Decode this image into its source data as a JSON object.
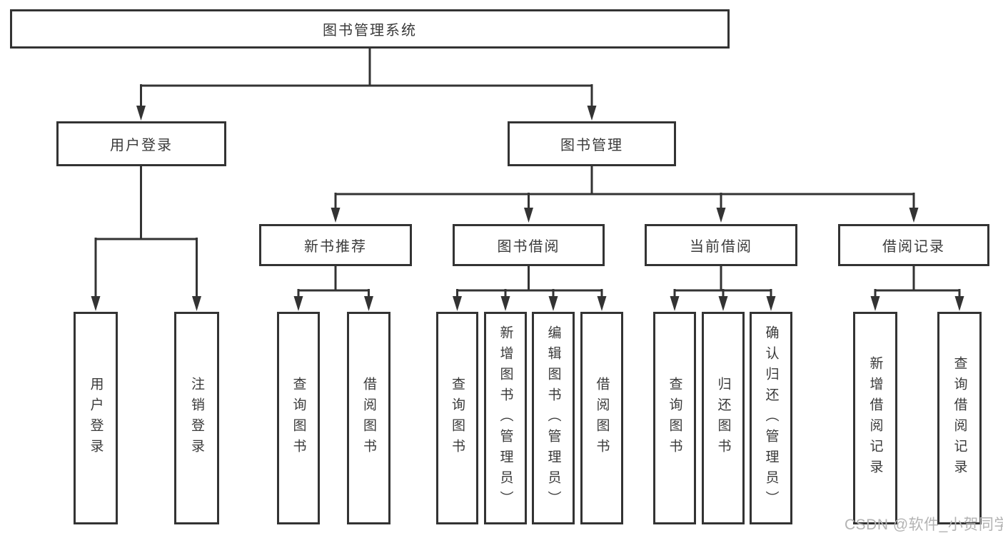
{
  "page": {
    "background": "#ffffff",
    "watermark": "CSDN @软件_小贺同学"
  },
  "colors": {
    "line": "#333333",
    "box_border": "#333333",
    "box_fill": "#ffffff",
    "text": "#3a3a3a",
    "watermark_text": "#b3b3b3"
  },
  "tree": {
    "root": {
      "label": "图书管理系统",
      "children": [
        {
          "label": "用户登录",
          "children": [
            {
              "label": "用户登录"
            },
            {
              "label": "注销登录"
            }
          ]
        },
        {
          "label": "图书管理",
          "children": [
            {
              "label": "新书推荐",
              "children": [
                {
                  "label": "查询图书"
                },
                {
                  "label": "借阅图书"
                }
              ]
            },
            {
              "label": "图书借阅",
              "children": [
                {
                  "label": "查询图书"
                },
                {
                  "label": "新增图书（管理员）"
                },
                {
                  "label": "编辑图书（管理员）"
                },
                {
                  "label": "借阅图书"
                }
              ]
            },
            {
              "label": "当前借阅",
              "children": [
                {
                  "label": "查询图书"
                },
                {
                  "label": "归还图书"
                },
                {
                  "label": "确认归还（管理员）"
                }
              ]
            },
            {
              "label": "借阅记录",
              "children": [
                {
                  "label": "新增借阅记录"
                },
                {
                  "label": "查询借阅记录"
                }
              ]
            }
          ]
        }
      ]
    }
  }
}
